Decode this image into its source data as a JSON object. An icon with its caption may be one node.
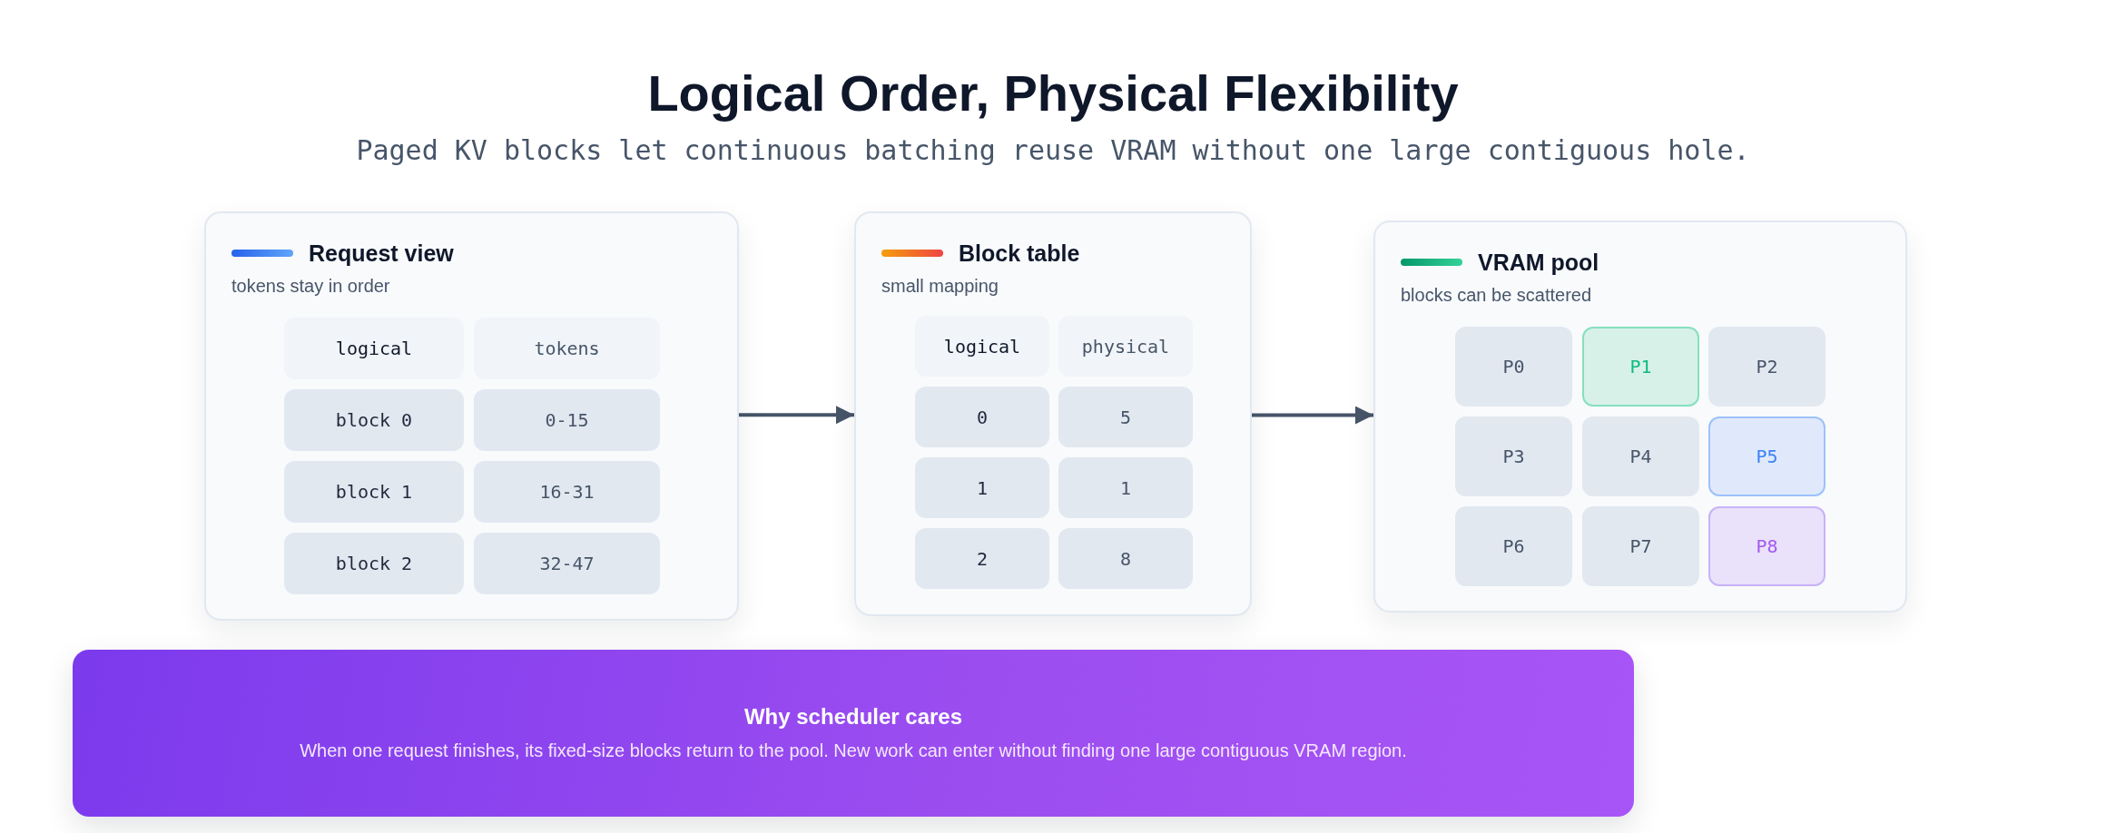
{
  "diagram": {
    "title": "Logical Order, Physical Flexibility",
    "nodes": [
      {
        "text": [
          "Request view",
          "tokens stay in order"
        ]
      },
      {
        "text": [
          "logical"
        ],
        "in": 0
      },
      {
        "text": [
          "tokens"
        ],
        "in": 0
      },
      {
        "text": [
          "block 0"
        ],
        "in": 0
      },
      {
        "text": [
          "0-15"
        ],
        "in": 0
      },
      {
        "text": [
          "block 1"
        ],
        "in": 0
      },
      {
        "text": [
          "16-31"
        ],
        "in": 0
      },
      {
        "text": [
          "block 2"
        ],
        "in": 0
      },
      {
        "text": [
          "32-47"
        ],
        "in": 0
      },
      {
        "text": [
          "Block table",
          "small mapping"
        ]
      },
      {
        "text": [
          "logical"
        ],
        "in": 9
      },
      {
        "text": [
          "physical"
        ],
        "in": 9
      },
      {
        "text": [
          "0"
        ],
        "in": 9
      },
      {
        "text": [
          "5"
        ],
        "in": 9
      },
      {
        "text": [
          "1"
        ],
        "in": 9
      },
      {
        "text": [
          "1"
        ],
        "in": 9
      },
      {
        "text": [
          "2"
        ],
        "in": 9
      },
      {
        "text": [
          "8"
        ],
        "in": 9
      },
      {
        "text": [
          "VRAM pool",
          "blocks can be scattered"
        ]
      },
      {
        "text": [
          "P0"
        ],
        "in": 18
      },
      {
        "text": [
          "P1"
        ],
        "in": 18
      },
      {
        "text": [
          "P2"
        ],
        "in": 18
      },
      {
        "text": [
          "P3"
        ],
        "in": 18
      },
      {
        "text": [
          "P4"
        ],
        "in": 18
      },
      {
        "text": [
          "P5"
        ],
        "in": 18
      },
      {
        "text": [
          "P6"
        ],
        "in": 18
      },
      {
        "text": [
          "P7"
        ],
        "in": 18
      },
      {
        "text": [
          "P8"
        ],
        "in": 18
      },
      {
        "text": [
          "Why scheduler cares",
          "When one request finishes, its fixed-size blocks return to the pool. New work can enter without finding one large contiguous VRAM region."
        ]
      }
    ],
    "edges": [
      {
        "from": 0,
        "to": 9,
        "arrow": "to"
      },
      {
        "from": 9,
        "to": 18,
        "arrow": "to"
      }
    ],
    "labels": [
      "Paged KV blocks let continuous batching reuse VRAM without one large contiguous hole."
    ]
  }
}
